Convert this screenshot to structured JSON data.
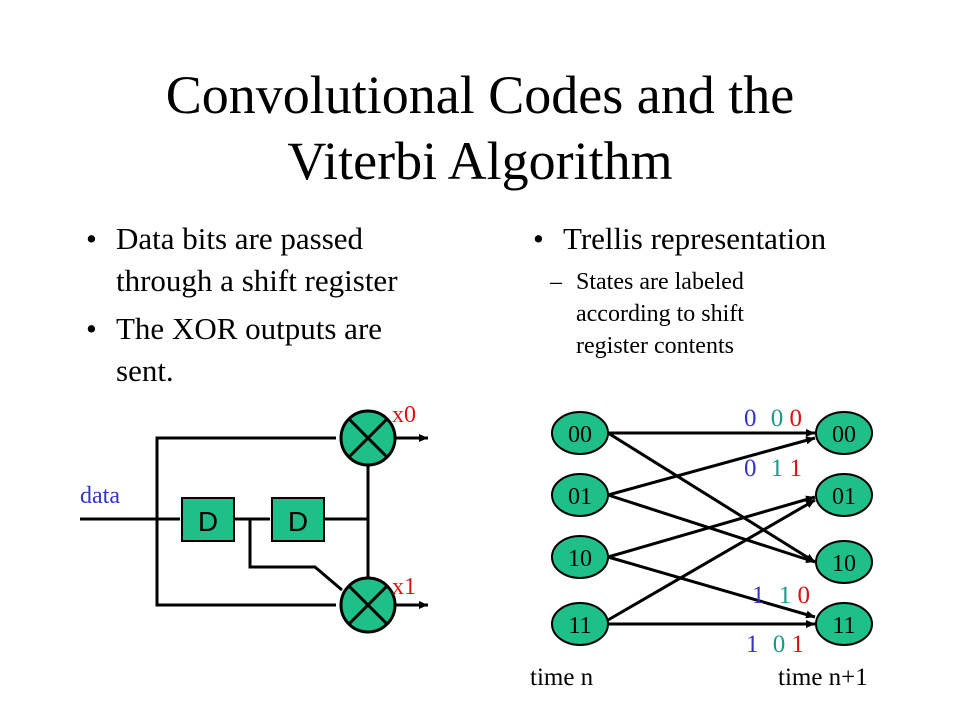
{
  "slide": {
    "title_line1": "Convolutional Codes and the",
    "title_line2": "Viterbi Algorithm",
    "left_bullets": [
      {
        "line1": "Data bits are passed",
        "line2": "through a shift register"
      },
      {
        "line1": "The XOR outputs are",
        "line2": "sent."
      }
    ],
    "right_bullet": "Trellis representation",
    "right_sub": [
      "States are labeled",
      "according to shift",
      "register contents"
    ]
  },
  "circuit": {
    "input_label": "data",
    "register_label_1": "D",
    "register_label_2": "D",
    "output_top": "x0",
    "output_bottom": "x1"
  },
  "trellis": {
    "states_left": [
      "00",
      "01",
      "10",
      "11"
    ],
    "states_right": [
      "00",
      "01",
      "10",
      "11"
    ],
    "time_left": "time n",
    "time_right": "time n+1",
    "edge_labels": [
      {
        "input": "0",
        "out_a": "0",
        "out_b": "0"
      },
      {
        "input": "0",
        "out_a": "1",
        "out_b": "1"
      },
      {
        "input": "1",
        "out_a": "1",
        "out_b": "0"
      },
      {
        "input": "1",
        "out_a": "0",
        "out_b": "1"
      }
    ]
  },
  "colors": {
    "node_fill": "#1fbf8a",
    "label_blue": "#3333cc",
    "label_red": "#dd1111",
    "label_green": "#1a9a8a"
  }
}
